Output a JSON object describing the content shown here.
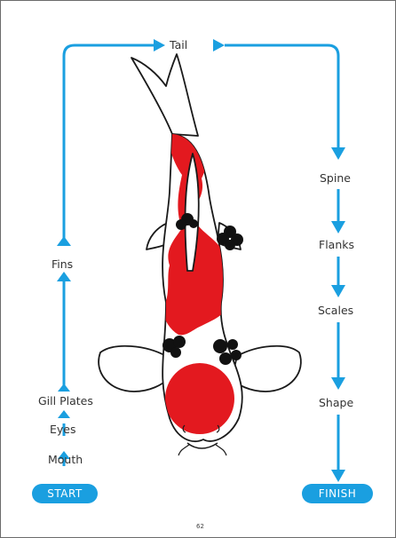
{
  "diagram": {
    "labels": {
      "tail": "Tail",
      "spine": "Spine",
      "flanks": "Flanks",
      "scales": "Scales",
      "shape": "Shape",
      "fins": "Fins",
      "gill_plates": "Gill Plates",
      "eyes": "Eyes",
      "mouth": "Mouth"
    },
    "start_label": "START",
    "finish_label": "FINISH",
    "page_number": "62"
  },
  "colors": {
    "arrow": "#1a9fe0",
    "koi_red": "#e3191f",
    "koi_black": "#111111",
    "outline": "#1a1a1a"
  }
}
